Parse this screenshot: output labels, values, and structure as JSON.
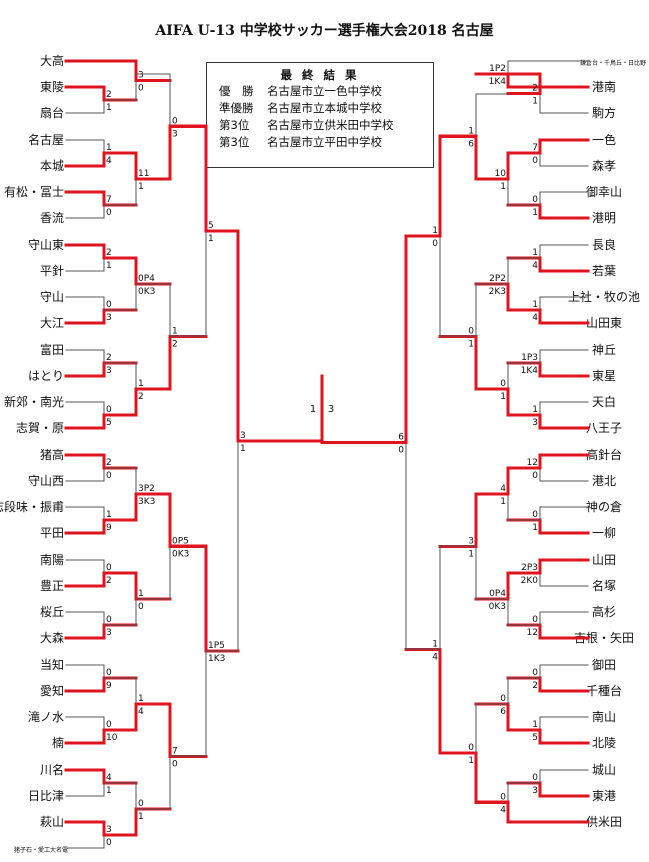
{
  "title": "AIFA U-13 中学校サッカー選手権大会2018 名古屋",
  "results": {
    "heading": "最 終 結 果",
    "rows": [
      {
        "label": "優　勝",
        "team": "名古屋市立一色中学校"
      },
      {
        "label": "準優勝",
        "team": "名古屋市立本城中学校"
      },
      {
        "label": "第3位",
        "team": "名古屋市立供米田中学校"
      },
      {
        "label": "第3位",
        "team": "名古屋市立平田中学校"
      }
    ]
  },
  "colors": {
    "win": "#e0141e",
    "line": "#555555"
  },
  "left_teams": [
    "大高",
    "東陵",
    "扇台",
    "名古屋",
    "本城",
    "有松・冨士",
    "香流",
    "守山東",
    "平針",
    "守山",
    "大江",
    "富田",
    "はとり",
    "新郊・南光",
    "志賀・原",
    "猪高",
    "守山西",
    "志段味・振甫",
    "平田",
    "南陽",
    "豊正",
    "桜丘",
    "大森",
    "当知",
    "愛知",
    "滝ノ水",
    "楠",
    "川名",
    "日比津",
    "萩山",
    "猪子石・愛工大名電"
  ],
  "right_teams": [
    "鎌倉台・千鳥丘・日比野",
    "港南",
    "駒方",
    "一色",
    "森孝",
    "御幸山",
    "港明",
    "長良",
    "若葉",
    "上社・牧の池",
    "山田東",
    "神丘",
    "東星",
    "天白",
    "八王子",
    "高針台",
    "港北",
    "神の倉",
    "一柳",
    "山田",
    "名塚",
    "高杉",
    "吉根・矢田",
    "御田",
    "千種台",
    "南山",
    "北陵",
    "城山",
    "東港",
    "供米田"
  ],
  "left_matches": [
    {
      "teams": "萩山 - 猪子石・愛工大名電",
      "score": [
        "3",
        "0"
      ],
      "winner": 0
    },
    {
      "teams": "東陵 - 扇台",
      "score": [
        "2",
        "1"
      ],
      "winner": 0
    },
    {
      "teams": "大高 - 東陵",
      "score": [
        "3",
        "0"
      ],
      "winner": 0
    },
    {
      "teams": "名古屋 - 本城",
      "score": [
        "1",
        "4"
      ],
      "winner": 1
    },
    {
      "teams": "有松・冨士 - 香流",
      "score": [
        "7",
        "0"
      ],
      "winner": 0
    },
    {
      "teams": "本城 - 有松・冨士",
      "score": [
        "11",
        "1"
      ],
      "winner": 0
    },
    {
      "teams": "大高 - 本城",
      "score": [
        "0",
        "3"
      ],
      "winner": 1
    },
    {
      "teams": "守山東 - 平針",
      "score": [
        "2",
        "1"
      ],
      "winner": 0
    },
    {
      "teams": "守山 - 大江",
      "score": [
        "0",
        "3"
      ],
      "winner": 1
    },
    {
      "teams": "守山東 - 大江",
      "score": [
        "0P4",
        "0K3"
      ],
      "winner": 0
    },
    {
      "teams": "富田 - はとり",
      "score": [
        "2",
        "3"
      ],
      "winner": 1
    },
    {
      "teams": "新郊・南光 - 志賀・原",
      "score": [
        "0",
        "5"
      ],
      "winner": 1
    },
    {
      "teams": "はとり - 志賀・原",
      "score": [
        "1",
        "2"
      ],
      "winner": 1
    },
    {
      "teams": "守山東 - 志賀・原",
      "score": [
        "1",
        "2"
      ],
      "winner": 1
    },
    {
      "teams": "本城 - 志賀・原",
      "score": [
        "5",
        "1"
      ],
      "winner": 0
    },
    {
      "teams": "猪高 - 守山西",
      "score": [
        "2",
        "0"
      ],
      "winner": 0
    },
    {
      "teams": "志段味・振甫 - 平田",
      "score": [
        "1",
        "9"
      ],
      "winner": 1
    },
    {
      "teams": "猪高 - 平田",
      "score": [
        "3P2",
        "3K3"
      ],
      "winner": 1
    },
    {
      "teams": "南陽 - 豊正",
      "score": [
        "0",
        "2"
      ],
      "winner": 1
    },
    {
      "teams": "桜丘 - 大森",
      "score": [
        "0",
        "3"
      ],
      "winner": 1
    },
    {
      "teams": "豊正 - 大森",
      "score": [
        "1",
        "0"
      ],
      "winner": 0
    },
    {
      "teams": "平田 - 豊正",
      "score": [
        "0P5",
        "0K3"
      ],
      "winner": 0
    },
    {
      "teams": "当知 - 愛知",
      "score": [
        "0",
        "9"
      ],
      "winner": 1
    },
    {
      "teams": "滝ノ水 - 楠",
      "score": [
        "0",
        "10"
      ],
      "winner": 1
    },
    {
      "teams": "愛知 - 楠",
      "score": [
        "1",
        "4"
      ],
      "winner": 1
    },
    {
      "teams": "川名 - 日比津",
      "score": [
        "4",
        "1"
      ],
      "winner": 0
    },
    {
      "teams": "川名 - 萩山",
      "score": [
        "0",
        "1"
      ],
      "winner": 1
    },
    {
      "teams": "楠 - 萩山",
      "score": [
        "7",
        "0"
      ],
      "winner": 0
    },
    {
      "teams": "平田 - 楠",
      "score": [
        "1P5",
        "1K3"
      ],
      "winner": 0
    },
    {
      "teams": "本城 - 平田",
      "score": [
        "3",
        "1"
      ],
      "winner": 0
    }
  ],
  "right_matches": [
    {
      "teams": "鎌倉台・千鳥丘・日比野 - 港南",
      "score": [
        "1P2",
        "1K4"
      ],
      "winner": 1
    },
    {
      "teams": "港南 - 駒方",
      "score": [
        "2",
        "1"
      ],
      "winner": 0
    },
    {
      "teams": "一色 - 森孝",
      "score": [
        "7",
        "0"
      ],
      "winner": 0
    },
    {
      "teams": "御幸山 - 港明",
      "score": [
        "0",
        "1"
      ],
      "winner": 1
    },
    {
      "teams": "一色 - 港明",
      "score": [
        "10",
        "1"
      ],
      "winner": 0
    },
    {
      "teams": "港南 - 一色",
      "score": [
        "1",
        "6"
      ],
      "winner": 1
    },
    {
      "teams": "長良 - 若葉",
      "score": [
        "1",
        "4"
      ],
      "winner": 1
    },
    {
      "teams": "上社・牧の池 - 山田東",
      "score": [
        "1",
        "4"
      ],
      "winner": 1
    },
    {
      "teams": "若葉 - 山田東",
      "score": [
        "2P2",
        "2K3"
      ],
      "winner": 1
    },
    {
      "teams": "神丘 - 東星",
      "score": [
        "1P3",
        "1K4"
      ],
      "winner": 1
    },
    {
      "teams": "天白 - 八王子",
      "score": [
        "1",
        "3"
      ],
      "winner": 1
    },
    {
      "teams": "東星 - 八王子",
      "score": [
        "0",
        "1"
      ],
      "winner": 1
    },
    {
      "teams": "山田東 - 八王子",
      "score": [
        "0",
        "1"
      ],
      "winner": 1
    },
    {
      "teams": "一色 - 八王子",
      "score": [
        "1",
        "0"
      ],
      "winner": 0
    },
    {
      "teams": "高針台 - 港北",
      "score": [
        "12",
        "0"
      ],
      "winner": 0
    },
    {
      "teams": "神の倉 - 一柳",
      "score": [
        "0",
        "1"
      ],
      "winner": 1
    },
    {
      "teams": "高針台 - 一柳",
      "score": [
        "4",
        "1"
      ],
      "winner": 0
    },
    {
      "teams": "山田 - 名塚",
      "score": [
        "2P3",
        "2K0"
      ],
      "winner": 0
    },
    {
      "teams": "高杉 - 吉根・矢田",
      "score": [
        "0",
        "12"
      ],
      "winner": 1
    },
    {
      "teams": "山田 - 吉根・矢田",
      "score": [
        "0P4",
        "0K3"
      ],
      "winner": 0
    },
    {
      "teams": "高針台 - 山田",
      "score": [
        "3",
        "1"
      ],
      "winner": 0
    },
    {
      "teams": "御田 - 千種台",
      "score": [
        "0",
        "2"
      ],
      "winner": 1
    },
    {
      "teams": "南山 - 北陵",
      "score": [
        "1",
        "5"
      ],
      "winner": 1
    },
    {
      "teams": "千種台 - 北陵",
      "score": [
        "0",
        "6"
      ],
      "winner": 1
    },
    {
      "teams": "城山 - 東港",
      "score": [
        "0",
        "3"
      ],
      "winner": 1
    },
    {
      "teams": "東港 - 供米田",
      "score": [
        "0",
        "4"
      ],
      "winner": 1
    },
    {
      "teams": "北陵 - 供米田",
      "score": [
        "0",
        "1"
      ],
      "winner": 1
    },
    {
      "teams": "高針台 - 供米田",
      "score": [
        "1",
        "4"
      ],
      "winner": 1
    },
    {
      "teams": "一色 - 供米田",
      "score": [
        "6",
        "0"
      ],
      "winner": 0
    }
  ],
  "final": {
    "teams": "本城 - 一色",
    "score": [
      "1",
      "3"
    ],
    "winner": 1
  }
}
